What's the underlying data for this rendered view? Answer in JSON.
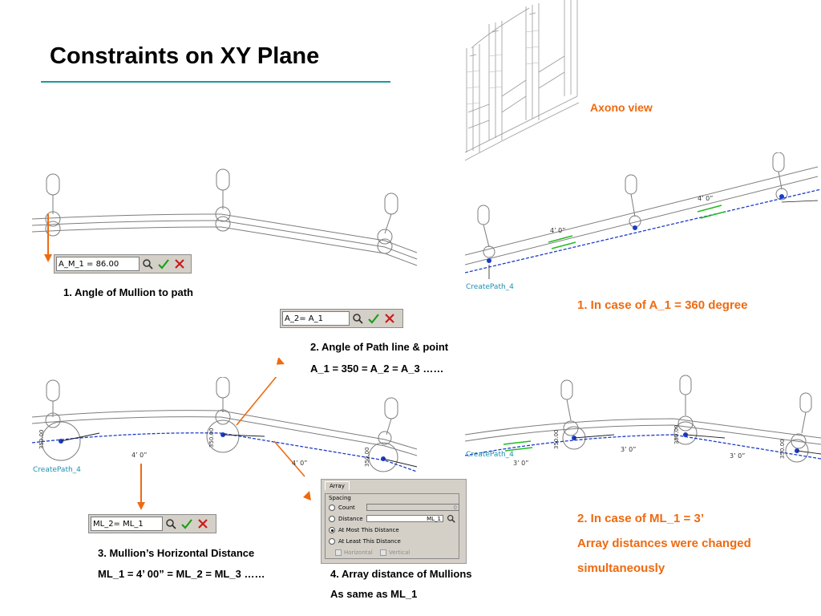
{
  "header": {
    "title": "Constraints on XY Plane"
  },
  "axono": {
    "label": "Axono view"
  },
  "formulas": {
    "f1": {
      "value": "A_M_1 = 86.00"
    },
    "f2": {
      "value": "A_2= A_1"
    },
    "f3": {
      "value": "ML_2= ML_1"
    }
  },
  "captions": {
    "c1": "1. Angle of Mullion to path",
    "c2_line1": "2. Angle of Path line & point",
    "c2_line2": "A_1 = 350 = A_2 = A_3 ……",
    "c3_line1": "3. Mullion’s Horizontal Distance",
    "c3_line2": "ML_1 = 4’ 00” = ML_2 = ML_3 ……",
    "c4_line1": "4. Array distance of Mullions",
    "c4_line2": "As same as ML_1"
  },
  "notes": {
    "n1": "1. In case of A_1 = 360 degree",
    "n2_line1": "2. In case of ML_1 = 3’",
    "n2_line2": "Array distances were changed",
    "n2_line3": "simultaneously"
  },
  "cad": {
    "path_label_top": "CreatePath_4",
    "path_label_bottom_left": "CreatePath_4",
    "path_label_bottom_right": "CreatePath_4",
    "dim_4ft_a": "4’   0”",
    "dim_4ft_b": "4’   0”",
    "dim_4ft_c": "4’   0”",
    "dim_4ft_d": "4’   0”",
    "dim_3ft_a": "3’   0”",
    "dim_3ft_b": "3’   0”",
    "dim_3ft_c": "3’   0”",
    "angle_350": "350.00",
    "angle_350b": "350.00",
    "angle_350c": "350.00",
    "angle_350d": "350.00",
    "angle_350e": "350.00",
    "angle_350f": "350.00"
  },
  "array_dialog": {
    "tab": "Array",
    "group": "Spacing",
    "options": {
      "count": "Count",
      "distance": "Distance",
      "at_most": "At Most This Distance",
      "at_least": "At Least This Distance"
    },
    "selected": "At Most This Distance",
    "count_value": "0",
    "distance_value": "ML_1",
    "checkboxes": {
      "horizontal": "Horizontal",
      "vertical": "Vertical"
    }
  },
  "colors": {
    "accent_orange": "#ee6a10",
    "title_rule": "#1a9a9a",
    "path_blue": "#1c3cc8",
    "dim_green": "#22bb22",
    "label_cyan": "#1f8fb0"
  }
}
